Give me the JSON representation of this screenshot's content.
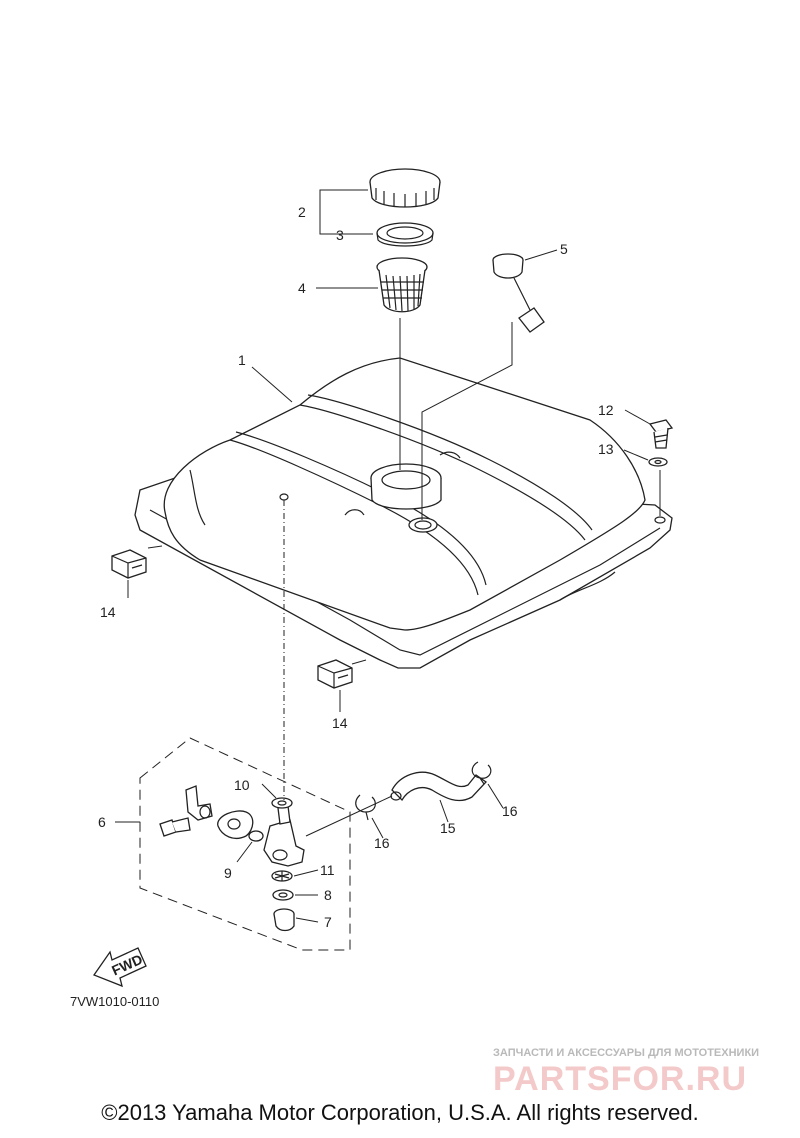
{
  "callouts": [
    {
      "id": "c1",
      "text": "1"
    },
    {
      "id": "c2",
      "text": "2"
    },
    {
      "id": "c3",
      "text": "3"
    },
    {
      "id": "c4",
      "text": "4"
    },
    {
      "id": "c5",
      "text": "5"
    },
    {
      "id": "c6",
      "text": "6"
    },
    {
      "id": "c7",
      "text": "7"
    },
    {
      "id": "c8",
      "text": "8"
    },
    {
      "id": "c9",
      "text": "9"
    },
    {
      "id": "c10",
      "text": "10"
    },
    {
      "id": "c11",
      "text": "11"
    },
    {
      "id": "c12",
      "text": "12"
    },
    {
      "id": "c13",
      "text": "13"
    },
    {
      "id": "c14a",
      "text": "14"
    },
    {
      "id": "c14b",
      "text": "14"
    },
    {
      "id": "c15",
      "text": "15"
    },
    {
      "id": "c16a",
      "text": "16"
    },
    {
      "id": "c16b",
      "text": "16"
    }
  ],
  "fwd_label": "FWD",
  "diagram_code": "7VW1010-0110",
  "watermark": {
    "tagline": "ЗАПЧАСТИ И АКСЕССУАРЫ ДЛЯ МОТОТЕХНИКИ",
    "brand": "PARTSFOR.RU"
  },
  "copyright": "©2013 Yamaha Motor Corporation, U.S.A. All rights reserved."
}
